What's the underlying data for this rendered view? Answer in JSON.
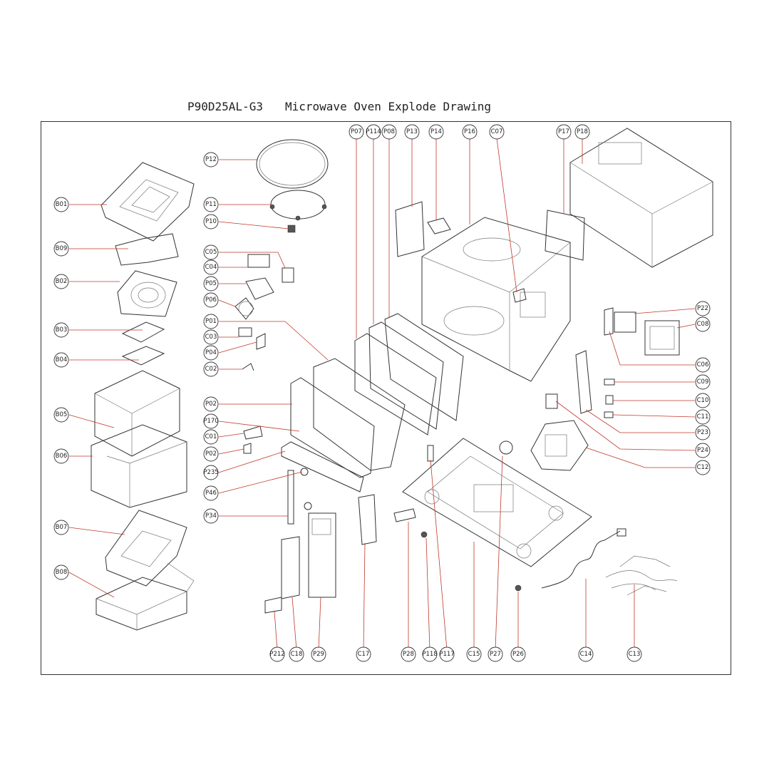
{
  "title": {
    "model": "P90D25AL-G3",
    "description": "Microwave Oven Explode Drawing"
  },
  "callouts": {
    "B01": "B01",
    "B09": "B09",
    "B02": "B02",
    "B03": "B03",
    "B04": "B04",
    "B05": "B05",
    "B06": "B06",
    "B07": "B07",
    "B08": "B08",
    "P12": "P12",
    "P11": "P11",
    "P10": "P10",
    "C05": "C05",
    "C04": "C04",
    "P05": "P05",
    "P06": "P06",
    "P01": "P01",
    "C03": "C03",
    "P04": "P04",
    "C02": "C02",
    "P02a": "P02",
    "P170": "P170",
    "C01": "C01",
    "P02b": "P02",
    "P235": "P235",
    "P46": "P46",
    "P34": "P34",
    "P07": "P07",
    "P114": "P114",
    "P08": "P08",
    "P13": "P13",
    "P14": "P14",
    "P16": "P16",
    "C07": "C07",
    "P17": "P17",
    "P18": "P18",
    "P22": "P22",
    "C08": "C08",
    "C06": "C06",
    "C09": "C09",
    "C10": "C10",
    "C11": "C11",
    "P23": "P23",
    "P24": "P24",
    "C12": "C12",
    "P212": "P212",
    "C18": "C18",
    "P29": "P29",
    "C17": "C17",
    "P28": "P28",
    "P118": "P118",
    "P117": "P117",
    "C15": "C15",
    "P27": "P27",
    "P26": "P26",
    "C14": "C14",
    "C13": "C13"
  }
}
